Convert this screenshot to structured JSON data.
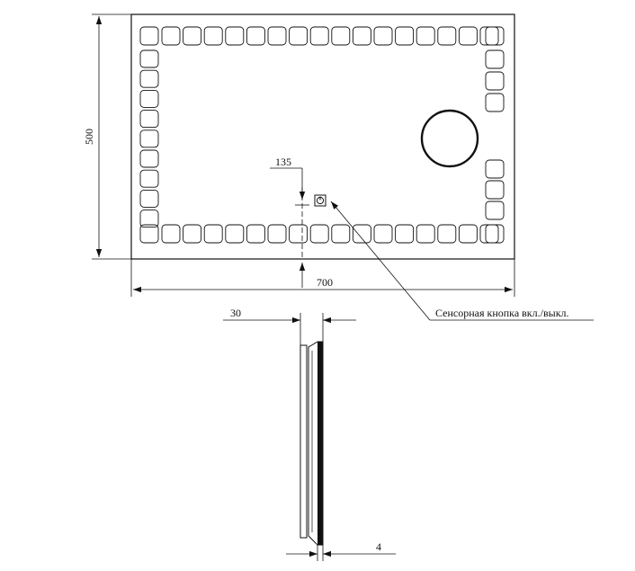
{
  "front_view": {
    "width_label": "700",
    "height_label": "500",
    "offset_label": "135",
    "led_segments": {
      "top_row": 16,
      "bottom_row": 16,
      "left_column": 9,
      "right_column_upper": 3,
      "right_column_lower": 3
    },
    "magnifier": "round-magnifier-mirror",
    "touch_button": "power-icon"
  },
  "callout": {
    "text": "Сенсорная кнопка вкл./выкл."
  },
  "side_view": {
    "depth_label": "30",
    "thickness_label": "4"
  },
  "colors": {
    "line": "#111111",
    "background": "#ffffff"
  }
}
